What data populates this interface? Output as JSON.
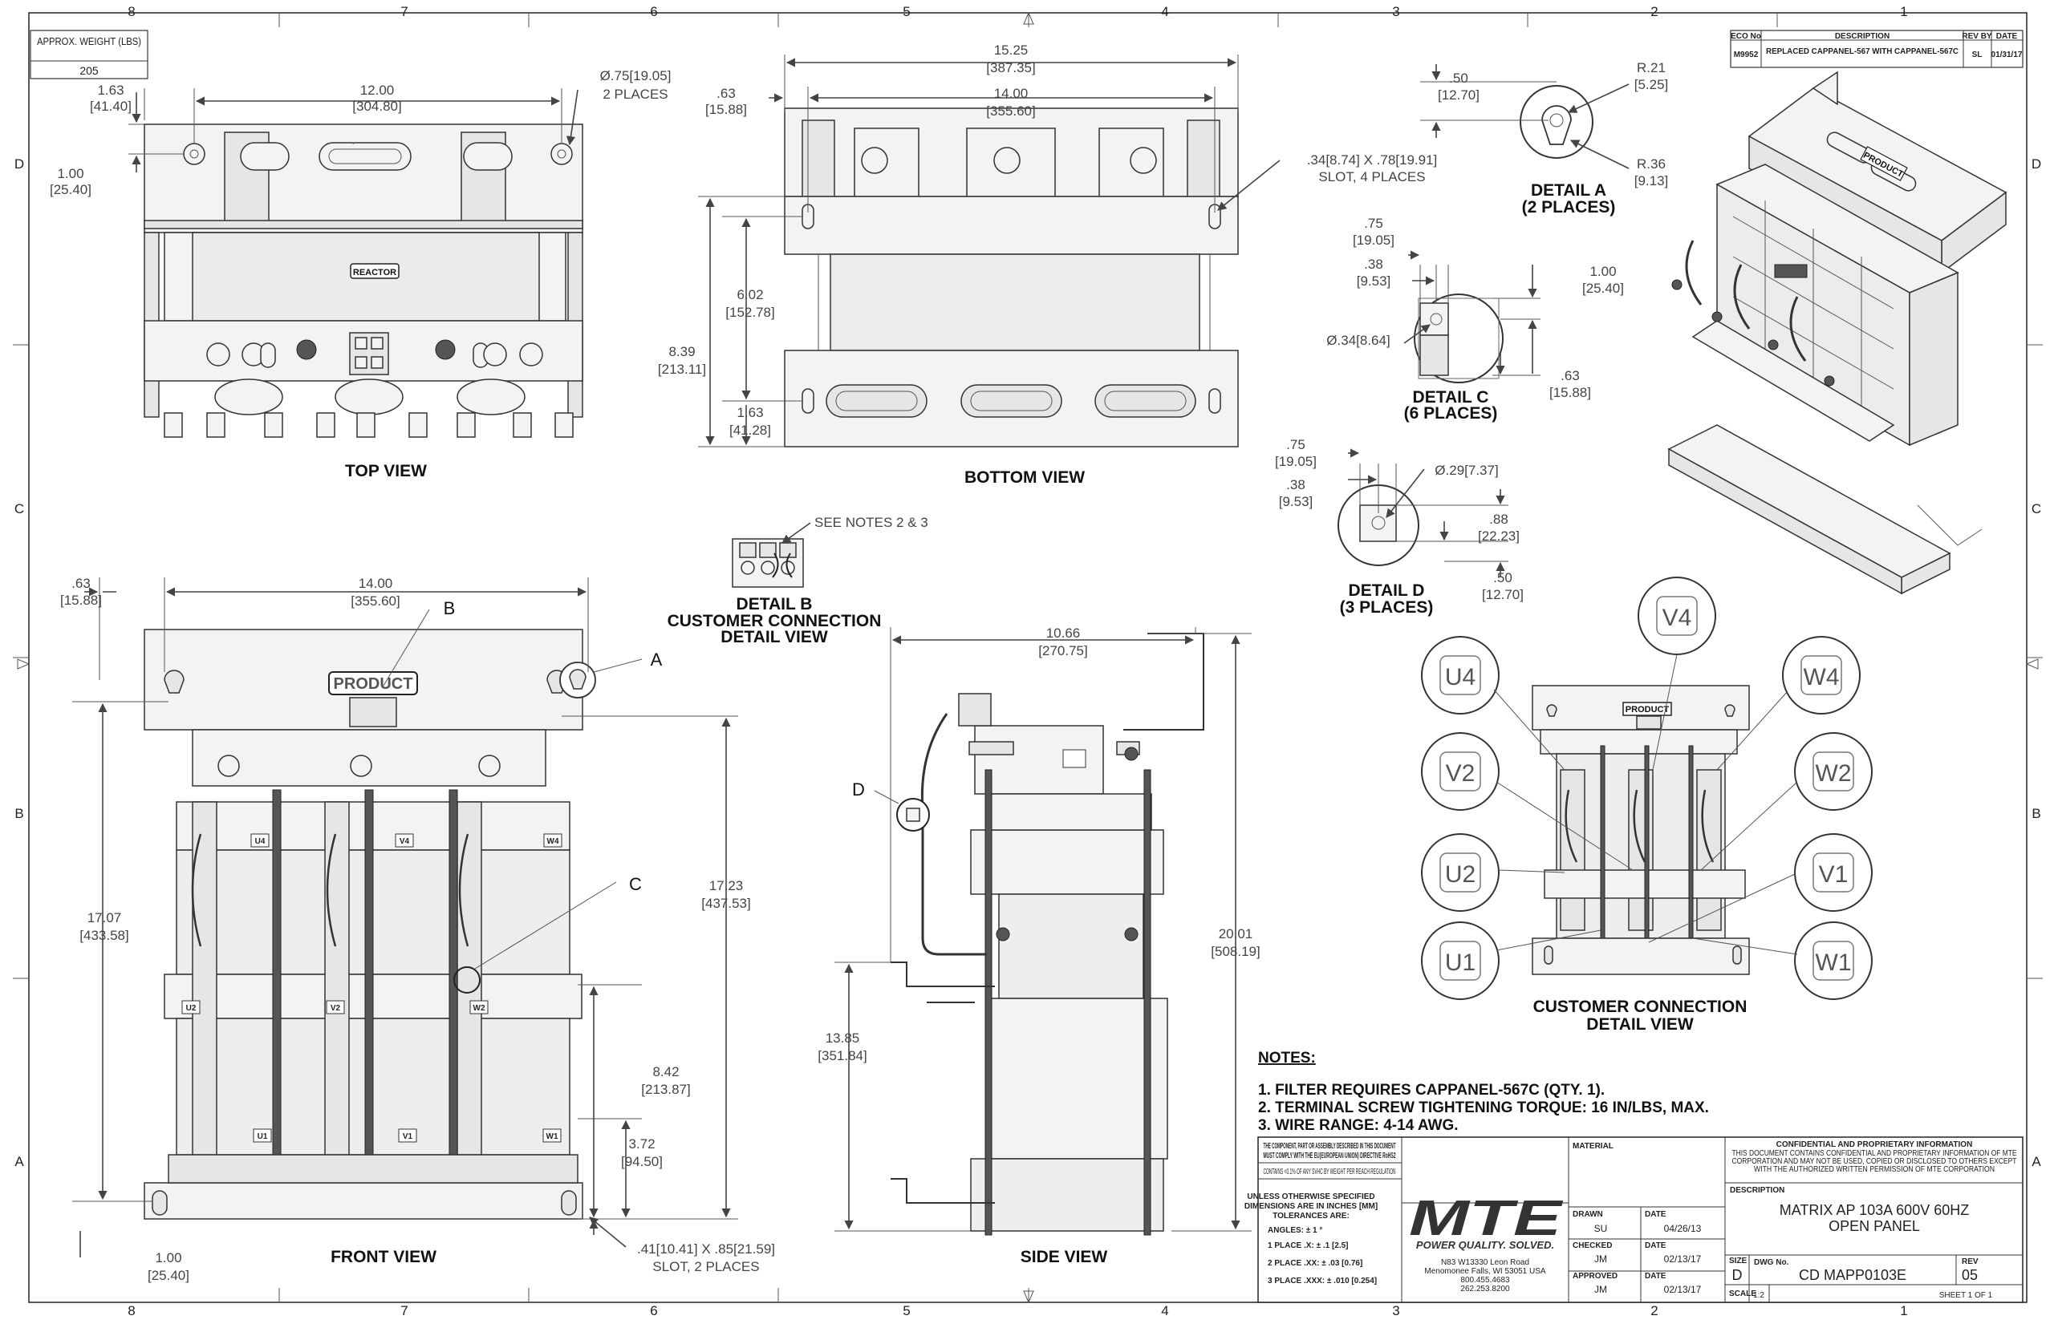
{
  "zones": {
    "columns": [
      "8",
      "7",
      "6",
      "5",
      "4",
      "3",
      "2",
      "1"
    ],
    "rows": [
      "D",
      "C",
      "B",
      "A"
    ]
  },
  "weight": {
    "label": "APPROX. WEIGHT (LBS)",
    "value": "205"
  },
  "eco": {
    "headers": [
      "ECO No",
      "DESCRIPTION",
      "REV BY",
      "DATE"
    ],
    "row": [
      "M9952",
      "REPLACED CAPPANEL-567 WITH CAPPANEL-567C",
      "SL",
      "01/31/17"
    ]
  },
  "views": {
    "top": "TOP VIEW",
    "bottom": "BOTTOM VIEW",
    "front": "FRONT VIEW",
    "side": "SIDE VIEW",
    "detail_a": [
      "DETAIL A",
      "(2 PLACES)"
    ],
    "detail_b": [
      "DETAIL B",
      "CUSTOMER CONNECTION",
      "DETAIL VIEW"
    ],
    "detail_c": [
      "DETAIL C",
      "(6 PLACES)"
    ],
    "detail_d": [
      "DETAIL D",
      "(3 PLACES)"
    ],
    "customer": [
      "CUSTOMER CONNECTION",
      "DETAIL VIEW"
    ]
  },
  "nameplates": {
    "reactor": "REACTOR",
    "product": "PRODUCT"
  },
  "dims_top": {
    "d1": [
      "1.63",
      "[41.40]"
    ],
    "d2": [
      "12.00",
      "[304.80]"
    ],
    "d3": [
      "Ø.75[19.05]",
      "2 PLACES"
    ],
    "d4": [
      "1.00",
      "[25.40]"
    ]
  },
  "dims_bottom": {
    "d1": [
      ".63",
      "[15.88]"
    ],
    "d2": [
      "15.25",
      "[387.35]"
    ],
    "d3": [
      "14.00",
      "[355.60]"
    ],
    "d4": [
      ".34[8.74] X .78[19.91]",
      "SLOT, 4 PLACES"
    ],
    "d5": [
      "6.02",
      "[152.78]"
    ],
    "d6": [
      "8.39",
      "[213.11]"
    ],
    "d7": [
      "1.63",
      "[41.28]"
    ]
  },
  "dims_detail_a": {
    "d1": [
      ".50",
      "[12.70]"
    ],
    "d2": [
      "R.21",
      "[5.25]"
    ],
    "d3": [
      "R.36",
      "[9.13]"
    ]
  },
  "dims_detail_c": {
    "d1": [
      ".75",
      "[19.05]"
    ],
    "d2": [
      ".38",
      "[9.53]"
    ],
    "d3": [
      "1.00",
      "[25.40]"
    ],
    "d4": [
      "Ø.34[8.64]"
    ],
    "d5": [
      ".63",
      "[15.88]"
    ]
  },
  "dims_detail_d": {
    "d1": [
      ".75",
      "[19.05]"
    ],
    "d2": [
      ".38",
      "[9.53]"
    ],
    "d3": [
      "Ø.29[7.37]"
    ],
    "d4": [
      ".88",
      "[22.23]"
    ],
    "d5": [
      ".50",
      "[12.70]"
    ]
  },
  "see_notes": "SEE NOTES 2 & 3",
  "dims_front": {
    "d1": [
      ".63",
      "[15.88]"
    ],
    "d2": [
      "14.00",
      "[355.60]"
    ],
    "d3": [
      "17.07",
      "[433.58]"
    ],
    "d4": [
      "17.23",
      "[437.53]"
    ],
    "d5": [
      "8.42",
      "[213.87]"
    ],
    "d6": [
      "3.72",
      "[94.50]"
    ],
    "d7": [
      "1.00",
      "[25.40]"
    ],
    "d8": [
      ".41[10.41] X .85[21.59]",
      "SLOT, 2 PLACES"
    ]
  },
  "dims_side": {
    "d1": [
      "10.66",
      "[270.75]"
    ],
    "d2": [
      "20.01",
      "[508.19]"
    ],
    "d3": [
      "13.85",
      "[351.84]"
    ]
  },
  "callouts": {
    "a": "A",
    "b": "B",
    "c": "C",
    "d": "D"
  },
  "front_terminals": [
    "U4",
    "V4",
    "W4",
    "U2",
    "V2",
    "W2",
    "U1",
    "V1",
    "W1"
  ],
  "bubbles": [
    "U4",
    "V4",
    "W4",
    "V2",
    "W2",
    "U2",
    "V1",
    "U1",
    "W1"
  ],
  "notes": {
    "title": "NOTES:",
    "items": [
      "1.  FILTER REQUIRES CAPPANEL-567C (QTY. 1).",
      "2.  TERMINAL SCREW TIGHTENING TORQUE: 16 IN/LBS, MAX.",
      "3.  WIRE RANGE: 4-14 AWG."
    ]
  },
  "title_block": {
    "rohs": [
      "THE COMPONENT, PART OR ASSEMBLY DESCRIBED IN THIS DOCUMENT",
      "MUST COMPLY WITH THE EU(EUROPEAN UNION) DIRECTIVE RoHS2"
    ],
    "reach": "CONTAINS <0.1% OF ANY SVHC BY WEIGHT PER REACH REGULATION",
    "tolerances": [
      "UNLESS OTHERWISE SPECIFIED",
      "DIMENSIONS ARE IN INCHES [MM]",
      "TOLERANCES ARE:",
      "ANGLES: ± 1 °",
      "1 PLACE .X: ± .1 [2.5]",
      "2 PLACE .XX: ± .03 [0.76]",
      "3 PLACE .XXX: ± .010 [0.254]"
    ],
    "logo": "MTE",
    "tagline": "POWER QUALITY. SOLVED.",
    "address": [
      "N83 W13330 Leon Road",
      "Menomonee Falls, WI 53051 USA",
      "800.455.4683",
      "262.253.8200"
    ],
    "material_label": "MATERIAL",
    "drawn_label": "DRAWN",
    "drawn": "SU",
    "checked_label": "CHECKED",
    "checked": "JM",
    "approved_label": "APPROVED",
    "approved": "JM",
    "date_label": "DATE",
    "drawn_date": "04/26/13",
    "checked_date": "02/13/17",
    "approved_date": "02/13/17",
    "confidential": [
      "CONFIDENTIAL AND PROPRIETARY INFORMATION",
      "THIS DOCUMENT CONTAINS CONFIDENTIAL AND PROPRIETARY INFORMATION OF MTE",
      "CORPORATION AND MAY NOT BE USED, COPIED OR DISCLOSED TO OTHERS EXCEPT",
      "WITH THE AUTHORIZED WRITTEN PERMISSION OF MTE CORPORATION"
    ],
    "description_label": "DESCRIPTION",
    "description": [
      "MATRIX AP 103A 600V 60HZ",
      "OPEN PANEL"
    ],
    "size_label": "SIZE",
    "size": "D",
    "dwg_label": "DWG No.",
    "dwg": "CD MAPP0103E",
    "rev_label": "REV",
    "rev": "05",
    "scale_label": "SCALE",
    "scale": "1:2",
    "sheet": "SHEET 1  OF 1"
  }
}
